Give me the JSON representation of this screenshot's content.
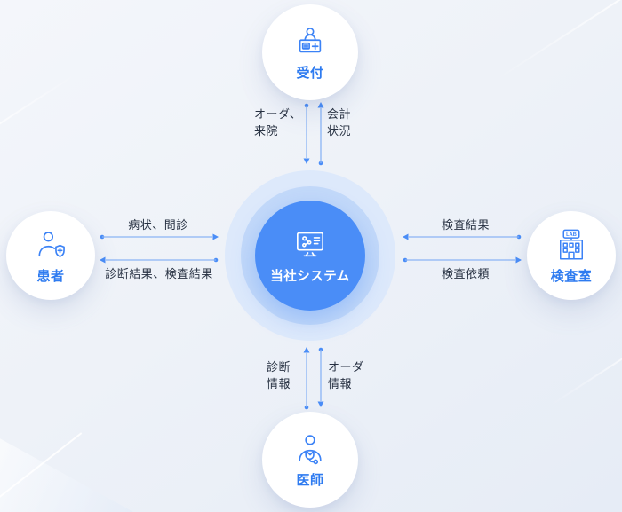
{
  "diagram": {
    "hub": {
      "label": "当社システム",
      "icon": "system-monitor-icon",
      "fill": "#4a8df7",
      "ring_mid_color": "#c3d9f9",
      "ring_outer_color": "#dde9fb"
    },
    "nodes": {
      "reception": {
        "label": "受付",
        "icon": "receptionist-desk-icon"
      },
      "patient": {
        "label": "患者",
        "icon": "patient-shield-icon"
      },
      "lab": {
        "label": "検査室",
        "icon": "lab-building-icon",
        "sign": "LAB"
      },
      "doctor": {
        "label": "医師",
        "icon": "doctor-stethoscope-icon"
      }
    },
    "flows": {
      "reception_to_system": {
        "label": "オーダ、\n来院",
        "arrow_direction": "down-toward-system"
      },
      "system_to_reception": {
        "label": "会計\n状況",
        "arrow_direction": "up-toward-reception"
      },
      "patient_to_system": {
        "label": "病状、問診",
        "arrow_direction": "right-toward-system"
      },
      "system_to_patient": {
        "label": "診断結果、検査結果",
        "arrow_direction": "left-toward-patient"
      },
      "lab_to_system": {
        "label": "検査結果",
        "arrow_direction": "left-toward-system"
      },
      "system_to_lab": {
        "label": "検査依頼",
        "arrow_direction": "right-toward-lab"
      },
      "doctor_to_system": {
        "label": "診断\n情報",
        "arrow_direction": "up-toward-system"
      },
      "system_to_doctor": {
        "label": "オーダ\n情報",
        "arrow_direction": "down-toward-doctor"
      }
    },
    "colors": {
      "accent": "#3b82f6",
      "connector_line": "#8ab4f5",
      "connector_marker": "#4a8df7",
      "node_label": "#2e7bf0",
      "flow_label_text": "#273142",
      "background": "#edf1f8"
    }
  }
}
